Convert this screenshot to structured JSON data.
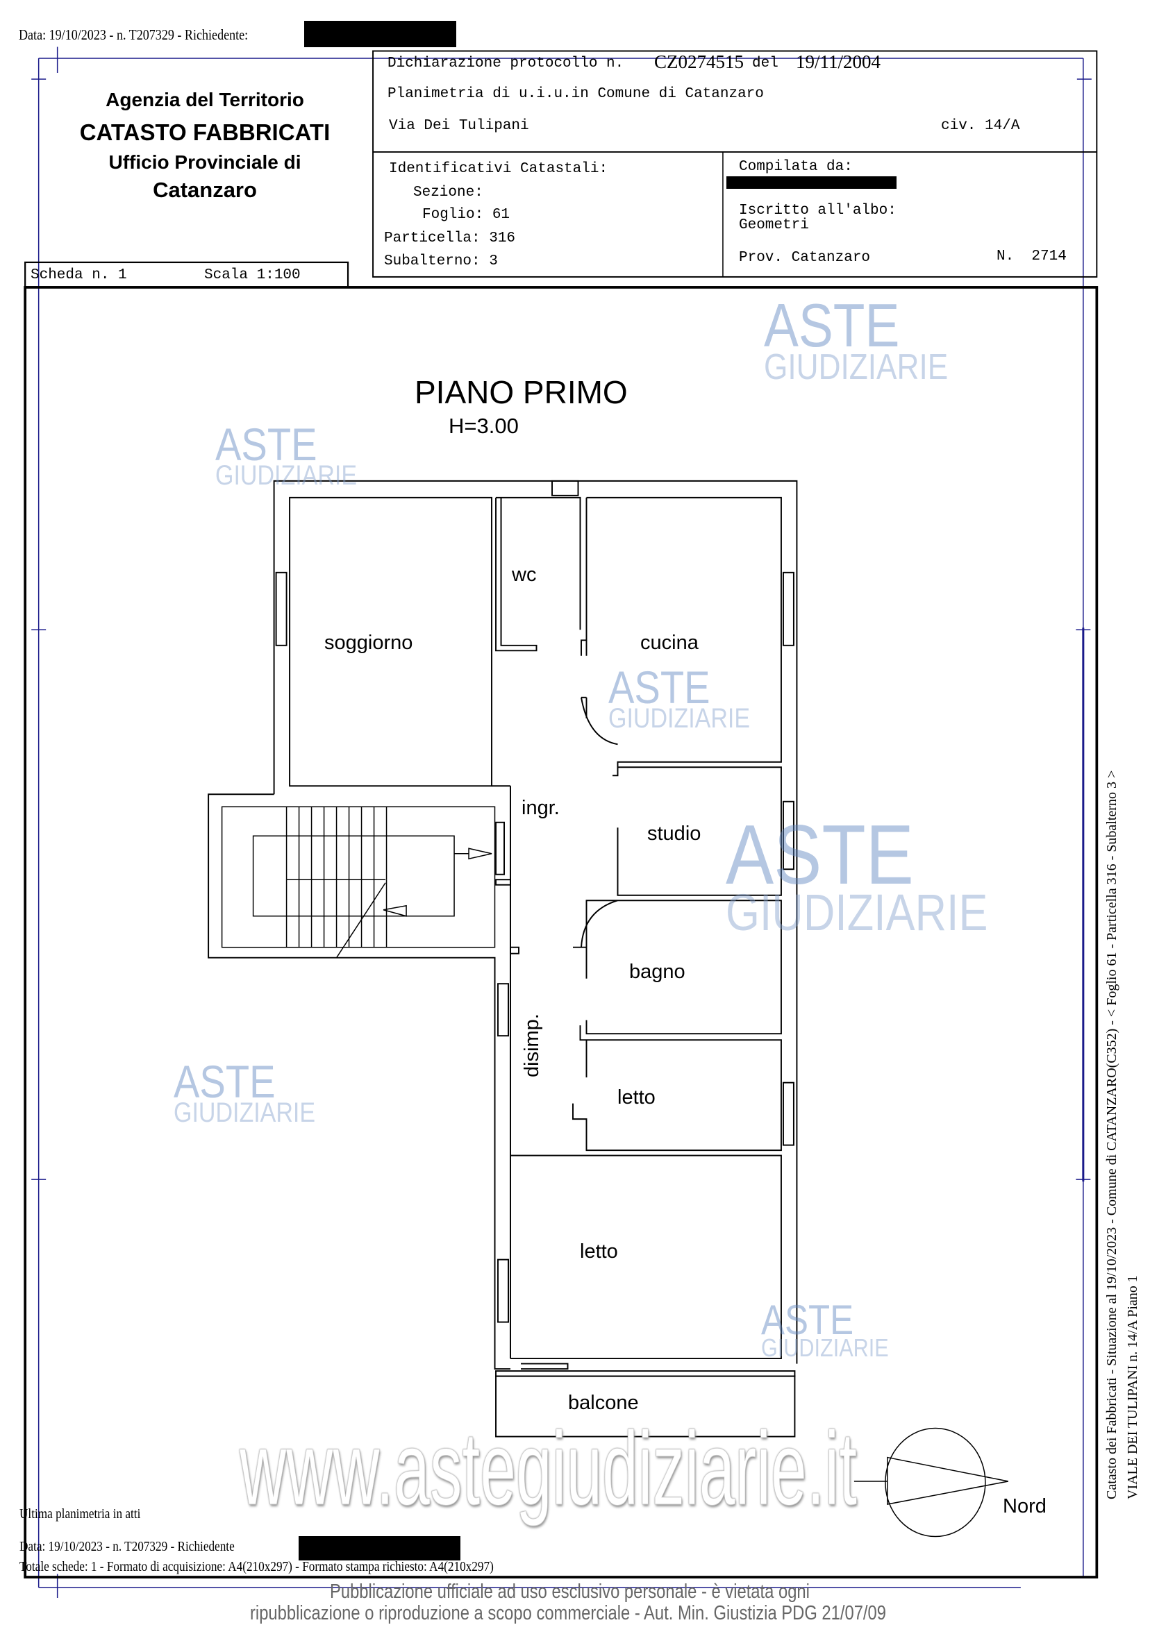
{
  "top_line": "Data: 19/10/2023 - n. T207329 - Richiedente:",
  "agency": {
    "line1": "Agenzia del Territorio",
    "line2": "CATASTO FABBRICATI",
    "line3": "Ufficio Provinciale di",
    "line4": "Catanzaro"
  },
  "header": {
    "dichiarazione": "Dichiarazione protocollo n.",
    "protocollo": "CZ0274515",
    "del_label": "del",
    "date": "19/11/2004",
    "planimetria": "Planimetria di u.i.u.in Comune di Catanzaro",
    "via": "Via Dei Tulipani",
    "civ": "civ. 14/A",
    "identificativi": "Identificativi Catastali:",
    "sezione": "Sezione:",
    "foglio": "Foglio: 61",
    "particella": "Particella: 316",
    "subalterno": "Subalterno: 3",
    "compilata": "Compilata da:",
    "iscritto": "Iscritto all'albo:",
    "albo": "Geometri",
    "prov": "Prov. Catanzaro",
    "numero": "N.  2714"
  },
  "scheda": "Scheda n. 1",
  "scala": "Scala 1:100",
  "plan": {
    "title": "PIANO PRIMO",
    "height": "H=3.00",
    "rooms": [
      "soggiorno",
      "wc",
      "cucina",
      "ingr.",
      "studio",
      "bagno",
      "disimp.",
      "letto",
      "letto",
      "balcone"
    ],
    "north": "Nord"
  },
  "footer": {
    "ultima": "Ultima planimetria in atti",
    "data": "Data: 19/10/2023 - n. T207329 - Richiedente",
    "totale": "Totale schede: 1 - Formato di acquisizione: A4(210x297) - Formato stampa richiesto: A4(210x297)"
  },
  "side": {
    "line1": "Catasto dei Fabbricati - Situazione al 19/10/2023 - Comune di CATANZARO(C352) - < Foglio 61 - Particella 316 - Subalterno 3 >",
    "line2": "VIALE DEI TULIPANI n. 14/A Piano 1"
  },
  "watermark": {
    "aste": "ASTE",
    "giudiziarie": "GIUDIZIARIE",
    "site": "www.astegiudiziarie.it",
    "disclaimer1": "Pubblicazione ufficiale ad uso esclusivo personale - è vietata ogni",
    "disclaimer2": "ripubblicazione o riproduzione a scopo commerciale - Aut. Min. Giustizia PDG 21/07/09"
  }
}
